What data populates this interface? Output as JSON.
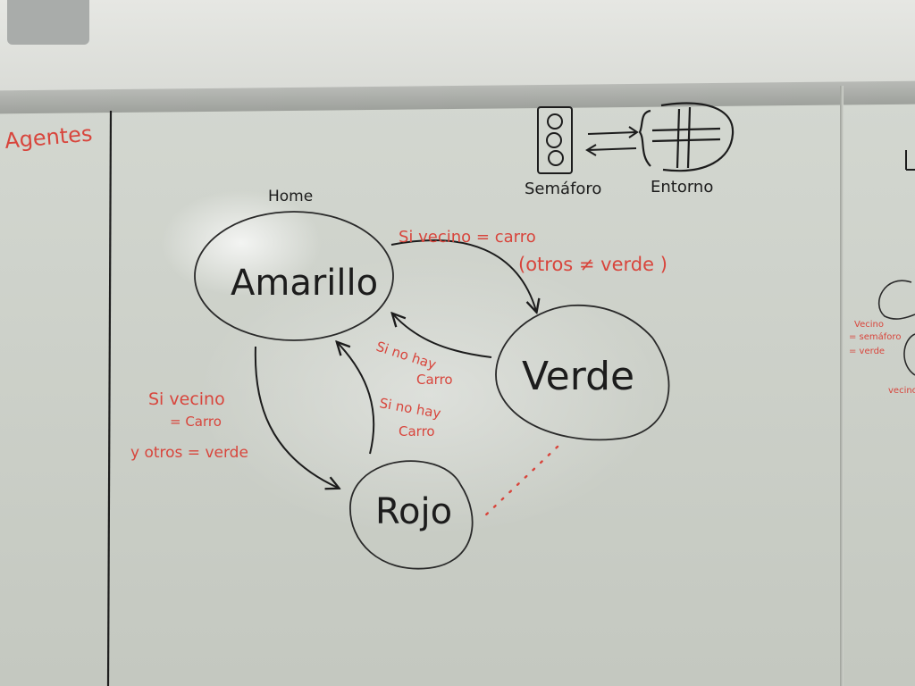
{
  "side_label": "Agentes",
  "legend": {
    "semaforo": "Semáforo",
    "entorno": "Entorno"
  },
  "home_label": "Home",
  "states": {
    "amarillo": "Amarillo",
    "verde": "Verde",
    "rojo": "Rojo"
  },
  "transitions": {
    "amarillo_to_verde": [
      "Si vecino = carro",
      "(otros ≠ verde )"
    ],
    "verde_to_amarillo": [
      "Si no hay",
      "Carro"
    ],
    "rojo_to_amarillo": [
      "Si no hay",
      "Carro"
    ],
    "amarillo_to_rojo": [
      "Si vecino",
      "= Carro",
      "y  otros = verde"
    ]
  },
  "right_panel": [
    "Vecino",
    "= semáforo",
    "= verde",
    "vecino"
  ],
  "colors": {
    "ink_black": "#1c1c1c",
    "ink_red": "#d8453c",
    "board": "#cfd3cc"
  }
}
